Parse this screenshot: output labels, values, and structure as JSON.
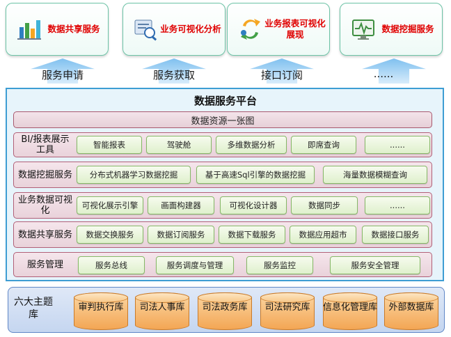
{
  "services": [
    {
      "label": "数据共享服务",
      "icon": "bar-chart-icon"
    },
    {
      "label": "业务可视化分析",
      "icon": "analysis-icon"
    },
    {
      "label": "业务报表可视化展现",
      "icon": "cycle-arrows-icon"
    },
    {
      "label": "数据挖掘服务",
      "icon": "monitor-pulse-icon"
    }
  ],
  "access": [
    "服务申请",
    "服务获取",
    "接口订阅",
    "......"
  ],
  "platform": {
    "title": "数据服务平台",
    "resource_map": "数据资源一张图",
    "layers": [
      {
        "label": "BI/报表展示工具",
        "items": [
          "智能报表",
          "驾驶舱",
          "多维数据分析",
          "即席查询",
          "......"
        ]
      },
      {
        "label": "数据挖掘服务",
        "items": [
          "分布式机器学习数据挖掘",
          "基于高速Sql引擎的数据挖掘",
          "海量数据模糊查询"
        ]
      },
      {
        "label": "业务数据可视化",
        "items": [
          "可视化展示引擎",
          "画面构建器",
          "可视化设计器",
          "数据同步",
          "......"
        ]
      },
      {
        "label": "数据共享服务",
        "items": [
          "数据交换服务",
          "数据订阅服务",
          "数据下载服务",
          "数据应用超市",
          "数据接口服务"
        ]
      },
      {
        "label": "服务管理",
        "items": [
          "服务总线",
          "服务调度与管理",
          "服务监控",
          "服务安全管理"
        ]
      }
    ]
  },
  "themes": {
    "label": "六大主题库",
    "databases": [
      "审判执行库",
      "司法人事库",
      "司法政务库",
      "司法研究库",
      "信息化管理库",
      "外部数据库"
    ]
  },
  "colors": {
    "card_text": "#e00000",
    "card_border": "#6cc3a6",
    "platform_border": "#3d9dd3",
    "row_border": "#b15f77",
    "chip_border": "#86b867",
    "db_fill": "#f3a654"
  }
}
